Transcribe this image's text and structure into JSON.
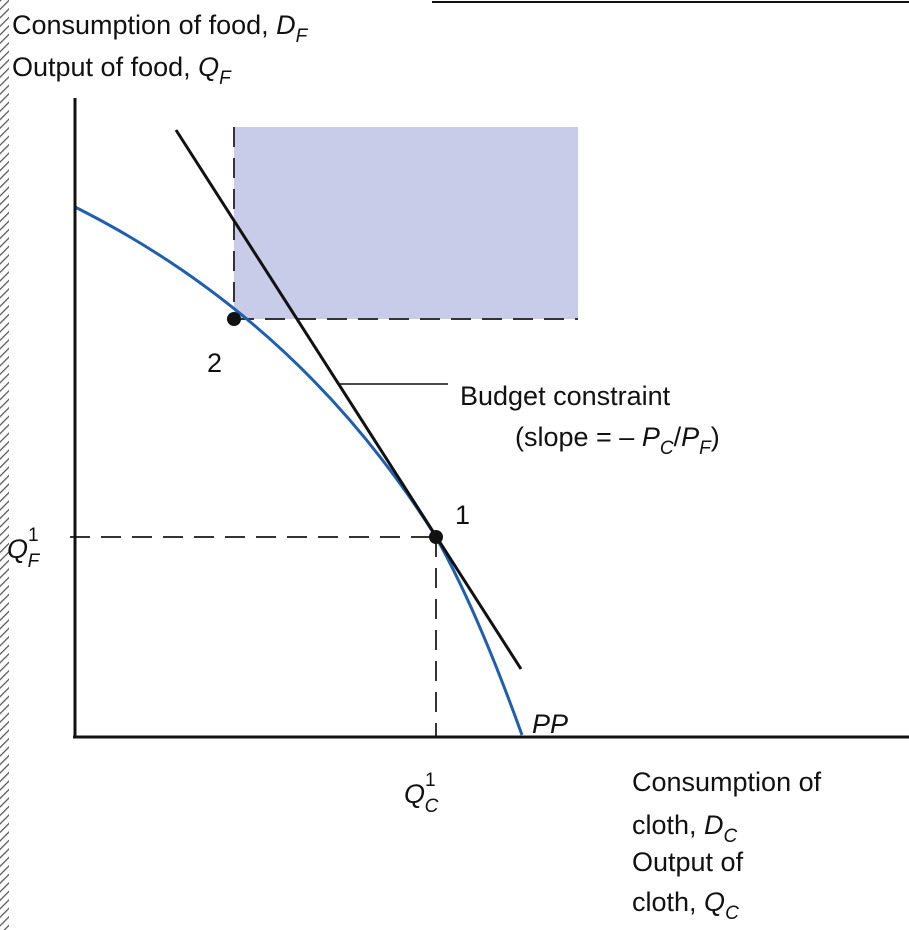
{
  "colors": {
    "background": "#ffffff",
    "axis": "#111111",
    "curve": "#1f5fb0",
    "budget_line": "#111111",
    "shaded_region": "#c8cce8",
    "dashed_guides": "#333333",
    "left_border": "#555555",
    "top_rule": "#111111"
  },
  "y_axis_label": {
    "line1_text": "Consumption of food, ",
    "line1_var": "D",
    "line1_sub": "F",
    "line2_text": "Output of food, ",
    "line2_var": "Q",
    "line2_sub": "F"
  },
  "x_axis_label": {
    "line1": "Consumption of",
    "line2_text": "cloth, ",
    "line2_var": "D",
    "line2_sub": "C",
    "line3": "Output of",
    "line4_text": "cloth, ",
    "line4_var": "Q",
    "line4_sub": "C"
  },
  "tick_labels": {
    "qf_var": "Q",
    "qf_sup": "1",
    "qf_sub": "F",
    "qc_var": "Q",
    "qc_sup": "1",
    "qc_sub": "C"
  },
  "points": {
    "point_1_label": "1",
    "point_2_label": "2"
  },
  "curve_label": "PP",
  "budget_label": {
    "line1": "Budget constraint",
    "line2_prefix": "(slope = – ",
    "var_a": "P",
    "sub_a": "C",
    "slash": "/",
    "var_b": "P",
    "sub_b": "F",
    "line2_suffix": ")"
  }
}
